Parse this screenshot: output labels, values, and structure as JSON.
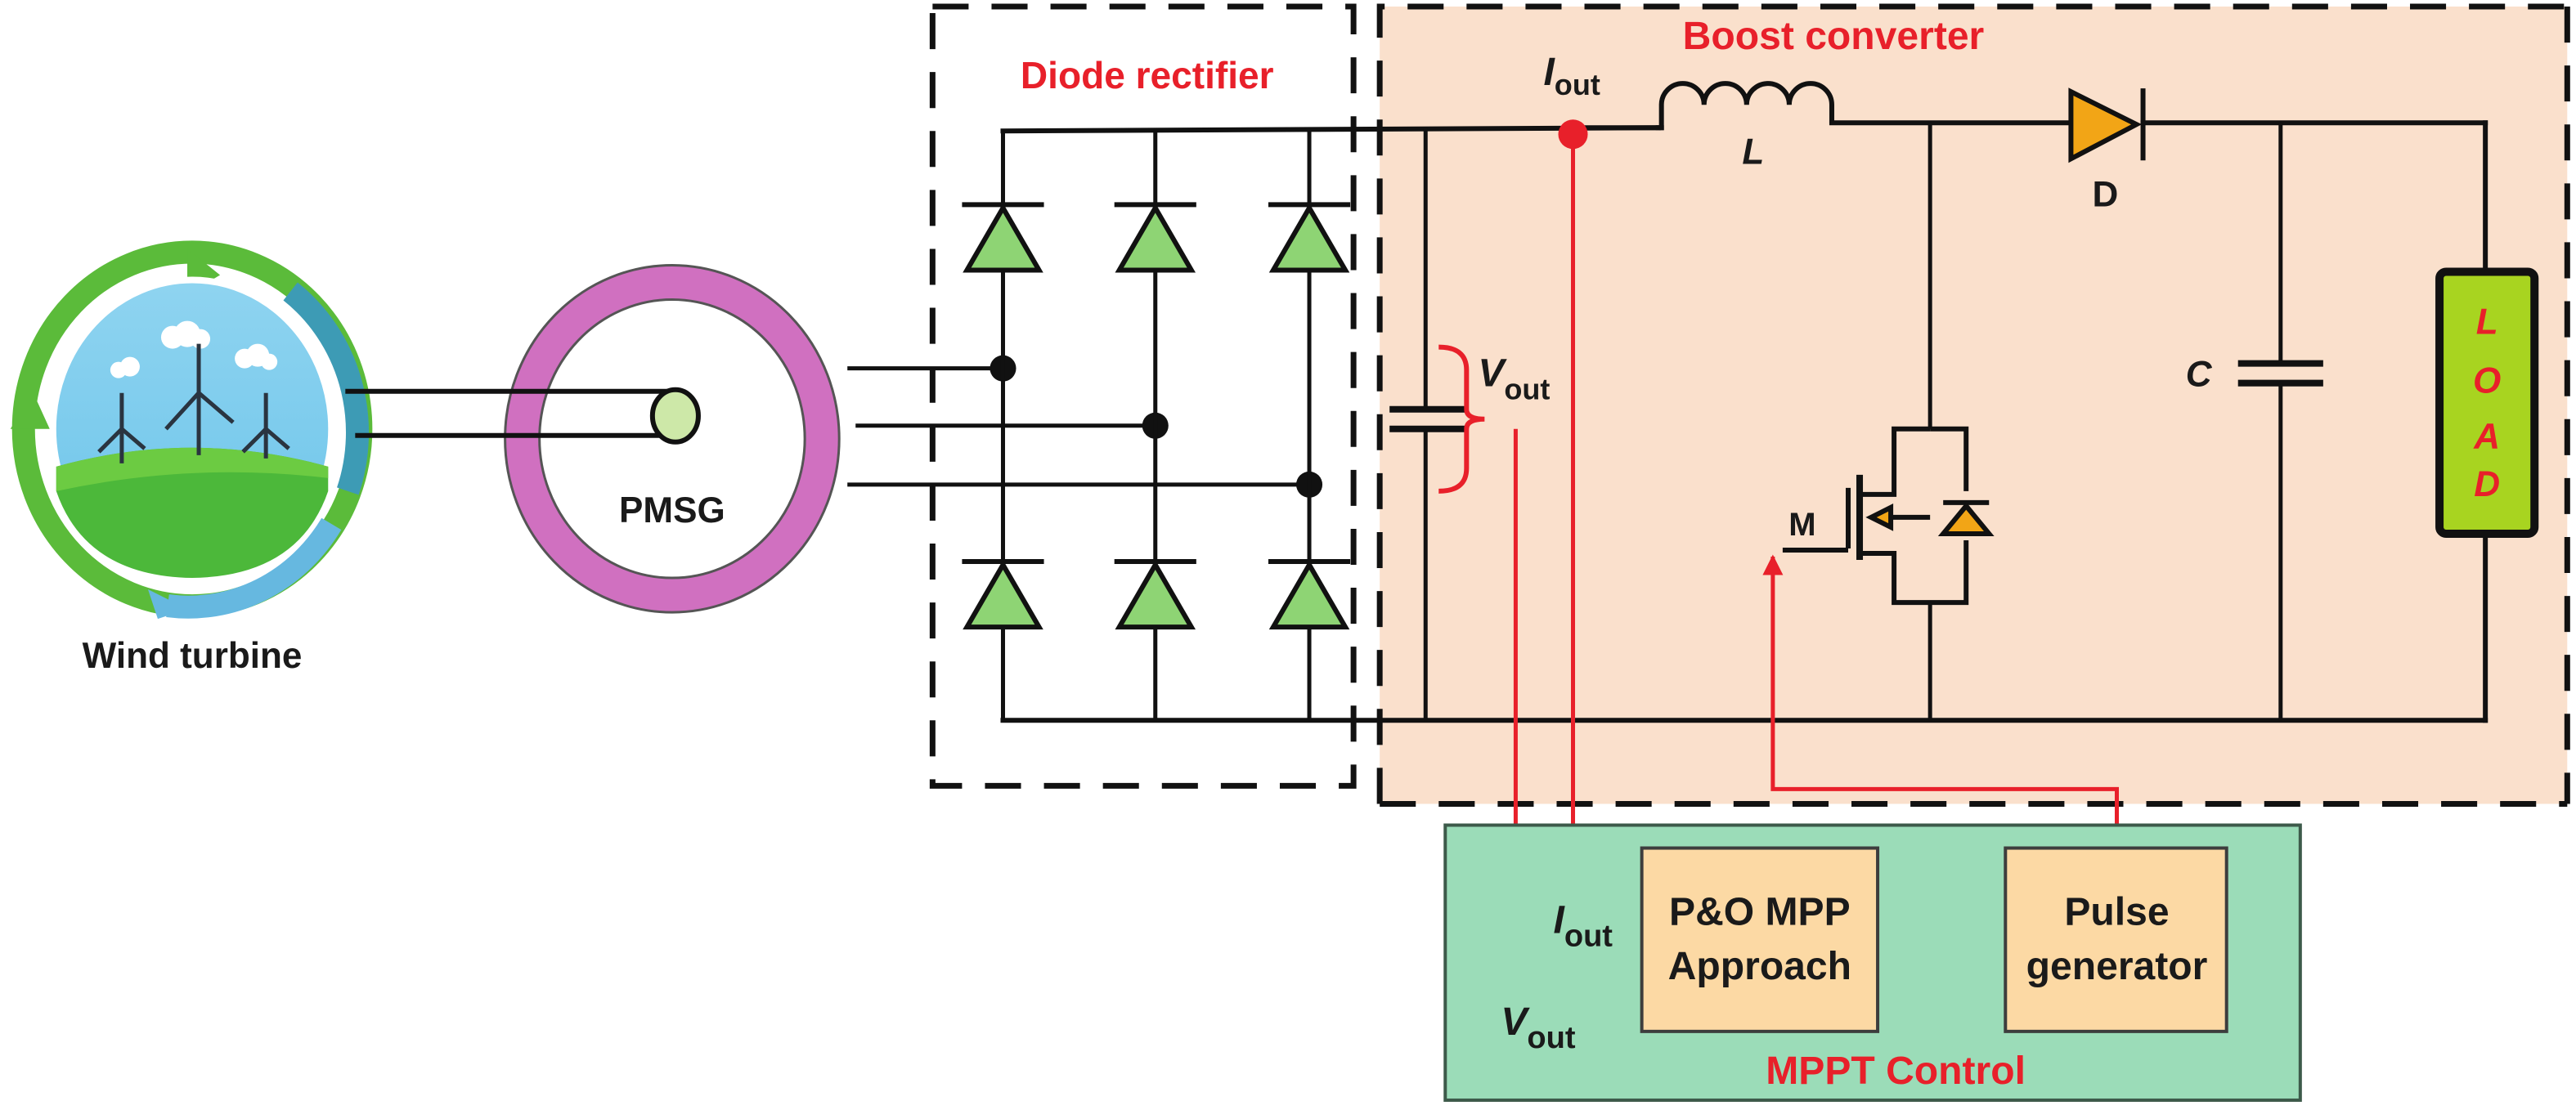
{
  "figure": {
    "title": "Wind energy conversion system with diode rectifier, boost converter and MPPT control",
    "colors": {
      "label_red": "#e8202a",
      "boost_bg": "#fae0cc",
      "mppt_bg": "#9bdcb8",
      "block_bg": "#fcd9a4",
      "rectifier_diode": "#8ed474",
      "boost_diode": "#f2a516",
      "load_fill": "#a8d420",
      "pmsg_ring": "#d070c0"
    }
  },
  "wind_turbine": {
    "label": "Wind turbine",
    "icon": "wind-turbine-icon"
  },
  "generator": {
    "label": "PMSG",
    "icon": "pmsg-icon"
  },
  "rectifier": {
    "title": "Diode rectifier",
    "diode_count": 6
  },
  "boost": {
    "title": "Boost converter",
    "inductor_label": "L",
    "diode_label": "D",
    "capacitor_label": "C",
    "switch_label": "M",
    "load_letters": [
      "L",
      "O",
      "A",
      "D"
    ],
    "current_sense": {
      "main": "I",
      "sub": "out"
    },
    "voltage_sense": {
      "main": "V",
      "sub": "out"
    }
  },
  "mppt": {
    "title": "MPPT Control",
    "block1": {
      "line1": "P&O MPP",
      "line2": "Approach"
    },
    "block2": {
      "line1": "Pulse",
      "line2": "generator"
    },
    "input_current": {
      "main": "I",
      "sub": "out"
    },
    "input_voltage": {
      "main": "V",
      "sub": "out"
    }
  }
}
